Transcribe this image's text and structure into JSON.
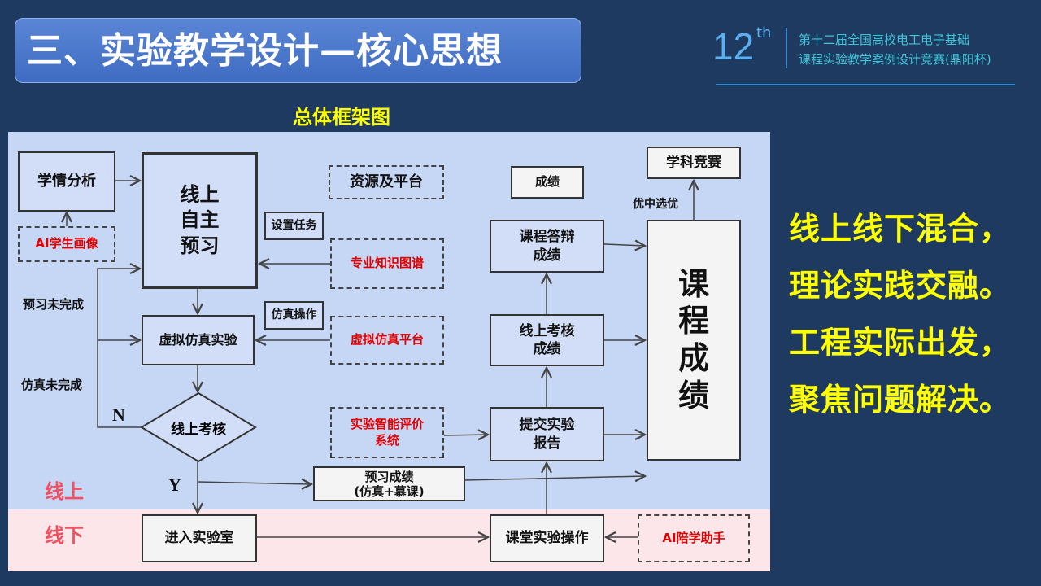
{
  "header": {
    "title": "三、实验教学设计—核心思想",
    "logo_number": "12",
    "logo_suffix": "th",
    "logo_line1": "第十二届全国高校电工电子基础",
    "logo_line2": "课程实验教学案例设计竞赛(鼎阳杯)"
  },
  "subtitle": "总体框架图",
  "diagram": {
    "xueqing": "学情分析",
    "ai_profile": "AI学生画像",
    "self_study": "线上\n自主\n预习",
    "resources": "资源及平台",
    "set_task": "设置任务",
    "knowledge_graph": "专业知识图谱",
    "sim_op": "仿真操作",
    "virtual_exp": "虚拟仿真实验",
    "sim_platform": "虚拟仿真平台",
    "online_exam": "线上考核",
    "smart_eval": "实验智能评价\n系统",
    "submit_report": "提交实验\n报告",
    "online_exam_score": "线上考核\n成绩",
    "defense_score": "课程答辩\n成绩",
    "score": "成绩",
    "competition": "学科竞赛",
    "best": "优中选优",
    "course_score": "课\n程\n成\n绩",
    "preview_score": "预习成绩\n(仿真+慕课)",
    "enter_lab": "进入实验室",
    "class_op": "课堂实验操作",
    "ai_assist": "AI陪学助手",
    "preview_incomplete": "预习未完成",
    "sim_incomplete": "仿真未完成",
    "no": "N",
    "yes": "Y",
    "online": "线上",
    "offline": "线下"
  },
  "right_text": [
    "线上线下混合，",
    "理论实践交融。",
    "工程实际出发，",
    "聚焦问题解决。"
  ],
  "colors": {
    "background": "#1f3a60",
    "accent": "#ffff00",
    "red": "#e00000"
  }
}
